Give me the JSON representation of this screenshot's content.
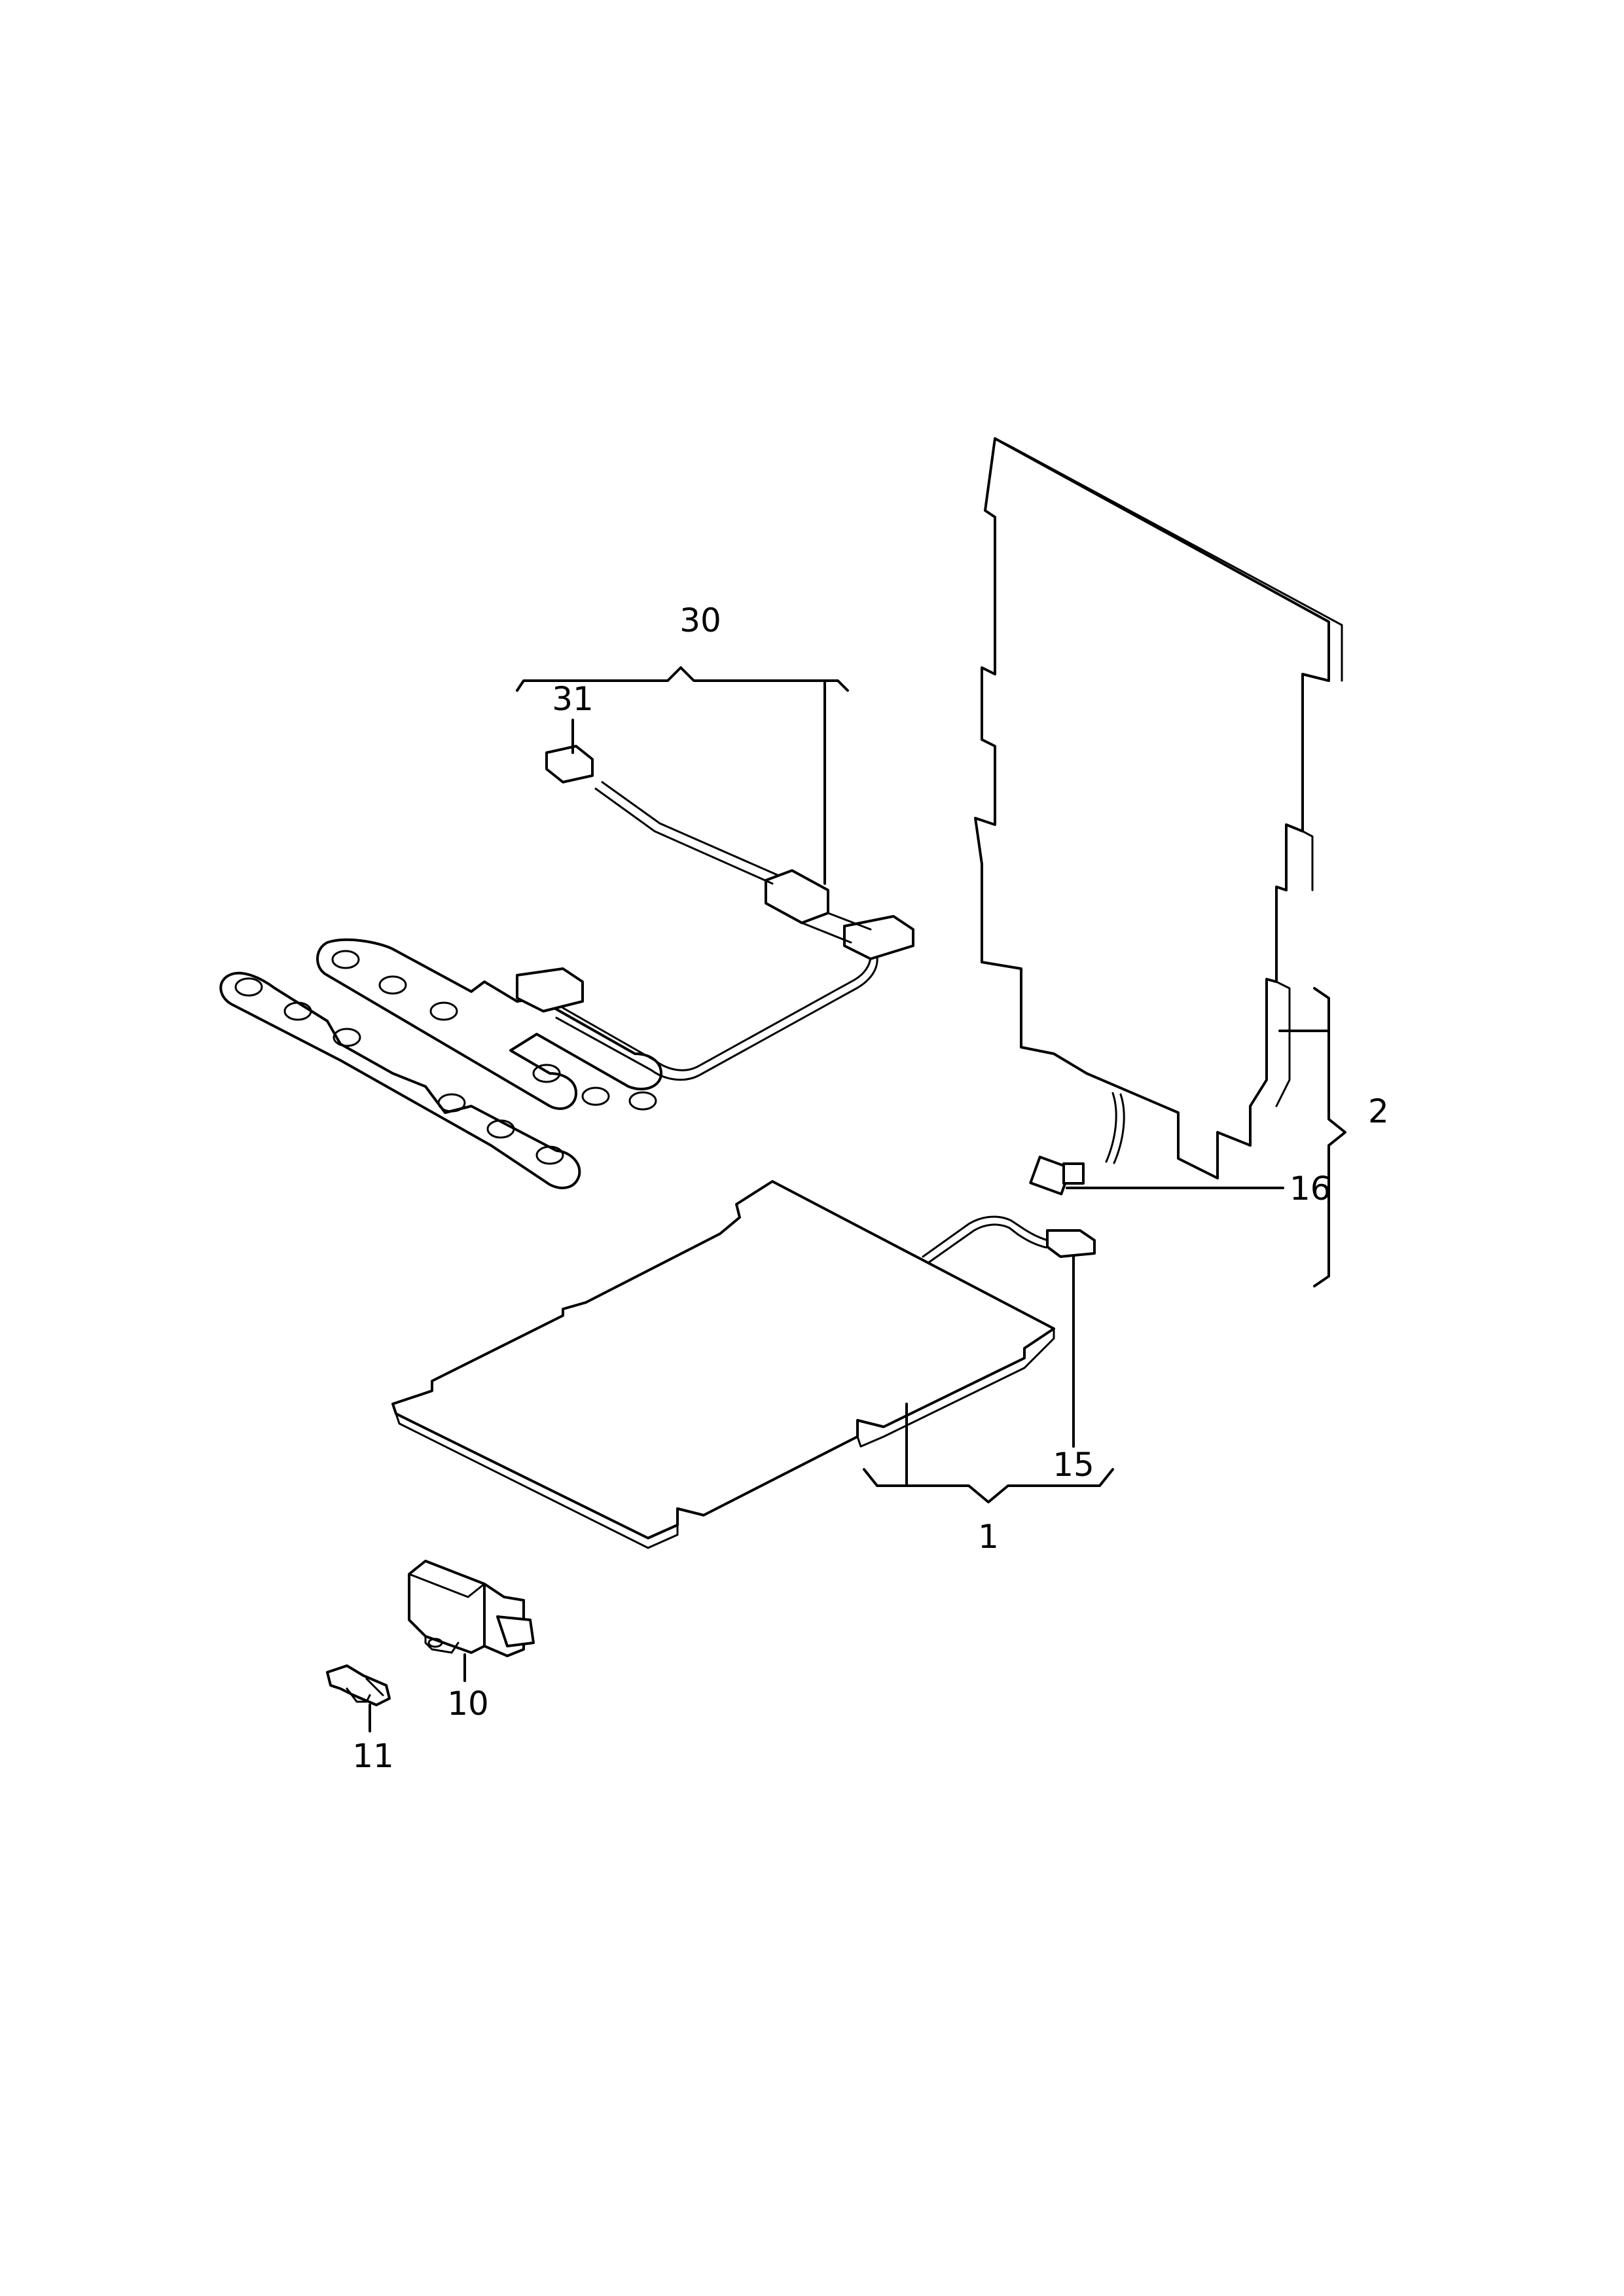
{
  "labels": {
    "p1": "1",
    "p2": "2",
    "p10": "10",
    "p11": "11",
    "p15": "15",
    "p16": "16",
    "p30": "30",
    "p31": "31"
  }
}
